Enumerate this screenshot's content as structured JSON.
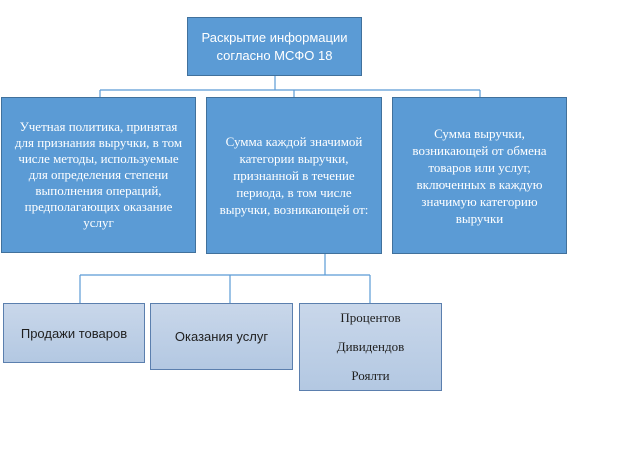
{
  "root": {
    "title": "Раскрытие информации согласно МСФО 18"
  },
  "level1": [
    {
      "label": "Учетная политика, принятая для признания выручки, в том числе методы, используемые для определения степени выполнения операций, предполагающих оказание услуг"
    },
    {
      "label": "Сумма каждой значимой категории выручки, признанной в течение периода, в том числе выручки, возникающей от:"
    },
    {
      "label": "Сумма выручки, возникающей от обмена товаров или услуг, включенных в каждую значимую категорию выручки"
    }
  ],
  "level2": [
    {
      "label": "Продажи товаров"
    },
    {
      "label": "Оказания услуг"
    },
    {
      "items": [
        "Процентов",
        "Дивидендов",
        "Роялти"
      ]
    }
  ]
}
